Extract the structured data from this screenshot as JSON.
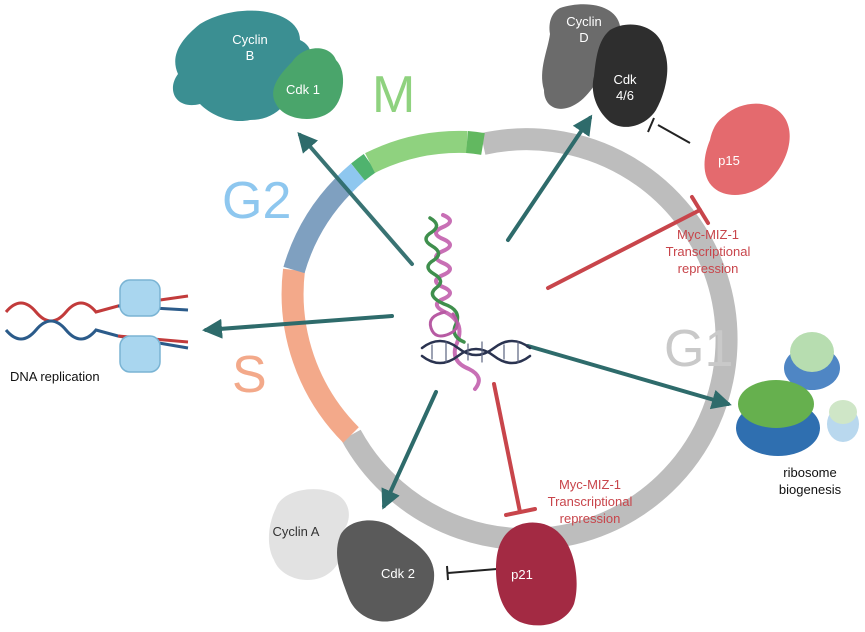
{
  "phases": {
    "m": "M",
    "g2": "G2",
    "s": "S",
    "g1": "G1"
  },
  "proteins": {
    "cyclin_b": [
      "Cyclin",
      "B"
    ],
    "cdk1": "Cdk 1",
    "cyclin_d": [
      "Cyclin",
      "D"
    ],
    "cdk46": [
      "Cdk",
      "4/6"
    ],
    "p15": "p15",
    "cyclin_a": "Cyclin A",
    "cdk2": "Cdk 2",
    "p21": "p21"
  },
  "labels": {
    "repression_upper": [
      "Myc-MIZ-1",
      "Transcriptional",
      "repression"
    ],
    "repression_lower": [
      "Myc-MIZ-1",
      "Transcriptional",
      "repression"
    ],
    "dna_replication": "DNA replication",
    "ribosome": [
      "ribosome",
      "biogenesis"
    ]
  },
  "colors": {
    "teal_arrow": "#2e6b6b",
    "red_inhibit": "#c8454b",
    "m_phase": "#8fd27f",
    "g2_phase": "#7fa0c0",
    "s_phase": "#f3a98a",
    "g1_phase": "#bdbdbd",
    "cyclin_b": "#3b8f92",
    "cdk1": "#4aa56b",
    "cyclin_d": "#6b6b6b",
    "cdk46": "#2e2e2e",
    "p15": "#e46a6e",
    "cyclin_a": "#dcdcdc",
    "cdk2": "#5a5a5a",
    "p21": "#a32a43"
  }
}
